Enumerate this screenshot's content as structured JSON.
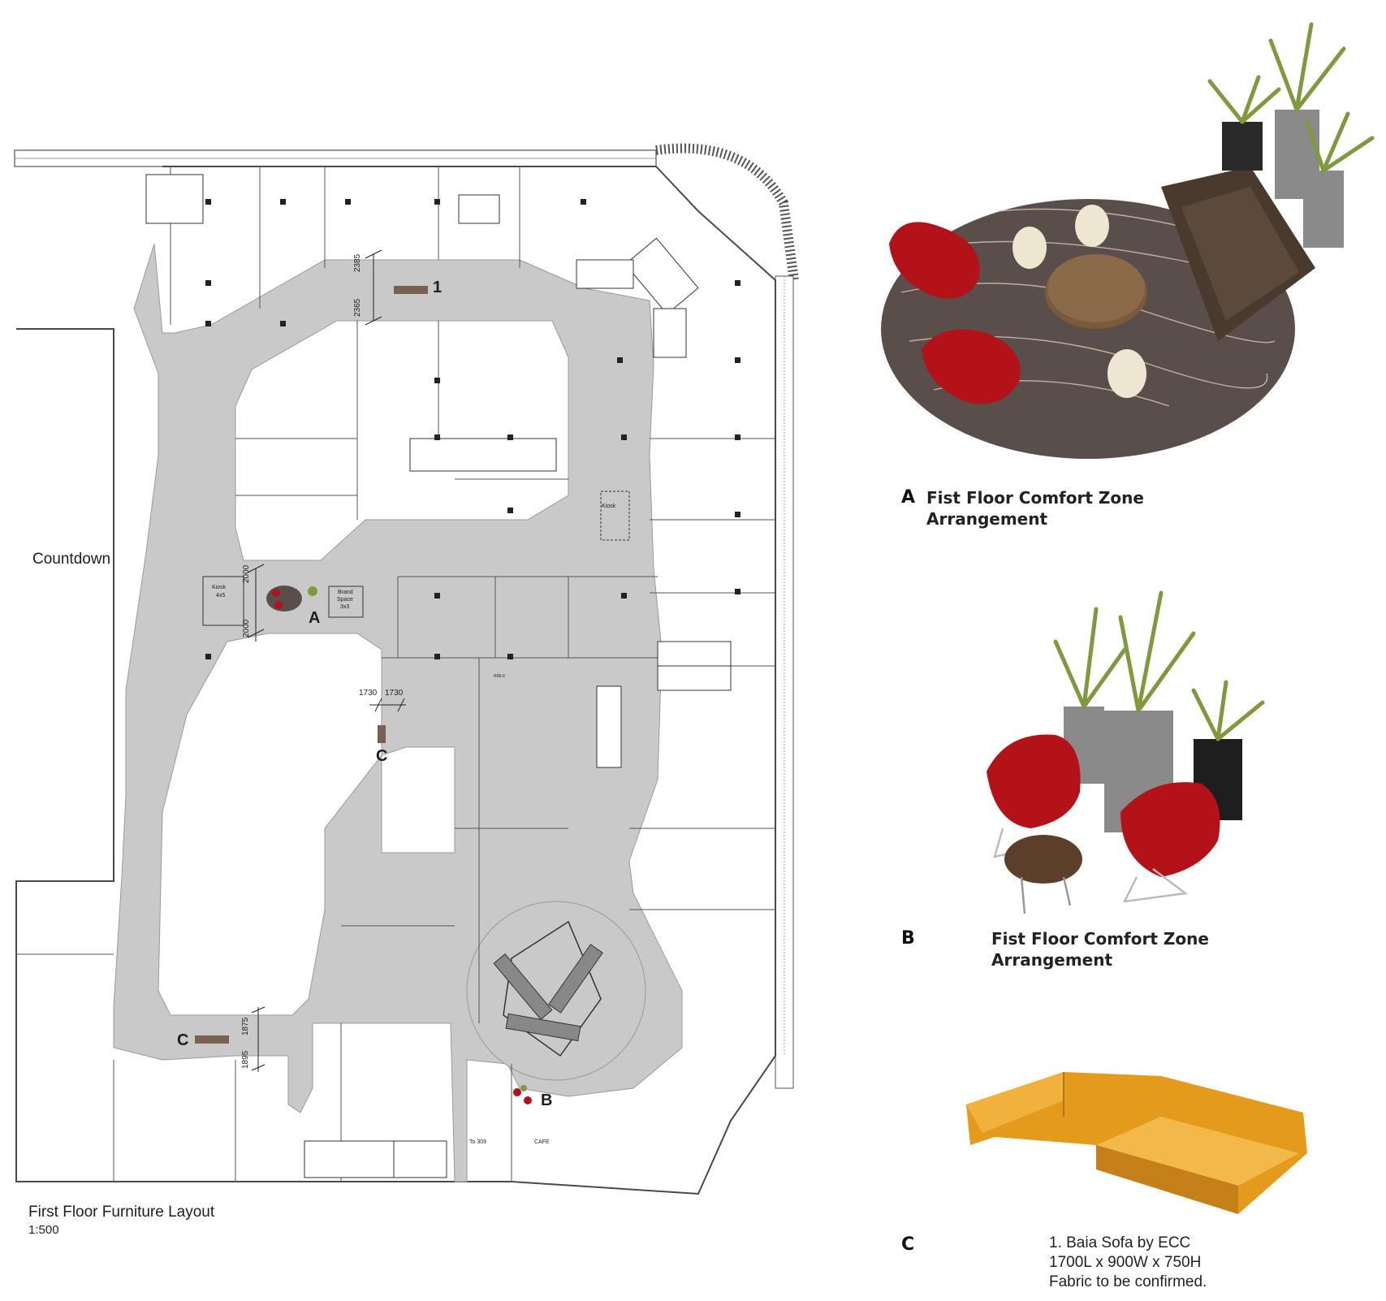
{
  "plan": {
    "title": "First Floor Furniture Layout",
    "scale": "1:500",
    "anchor_label": "Countdown",
    "markers": {
      "A": "A",
      "B": "B",
      "C1": "C",
      "C2": "C",
      "one": "1"
    },
    "room_labels": {
      "kiosk_1": "Kiosk",
      "kiosk_2": "Kiosk",
      "kiosk_2_size": "4x5",
      "brand_1": "Brand",
      "brand_2": "Space",
      "brand_3": "3x3",
      "cafe": "CAFE",
      "to": "To 309",
      "small": "R08-0"
    },
    "dimensions": {
      "d2385": "2385",
      "d2365": "2365",
      "d2000a": "2000",
      "d2000b": "2000",
      "d1730a": "1730",
      "d1730b": "1730",
      "d1875": "1875",
      "d1895": "1895"
    }
  },
  "items": [
    {
      "letter": "A",
      "caption_1": "Fist Floor Comfort Zone",
      "caption_2": "Arrangement"
    },
    {
      "letter": "B",
      "caption_1": "Fist Floor Comfort Zone",
      "caption_2": "Arrangement"
    },
    {
      "letter": "C",
      "spec_1": "1.  Baia Sofa by ECC",
      "spec_2": "1700L x 900W x 750H",
      "spec_3": "Fabric to be confirmed."
    }
  ],
  "colors": {
    "corridor": "#c9c9c9",
    "wall": "#3a3a3a",
    "chair_red": "#b31218",
    "sofa_orange": "#e49b1b",
    "rug": "#5a4e4a",
    "planter": "#8a8a8a",
    "leaf": "#7f9a3c"
  }
}
